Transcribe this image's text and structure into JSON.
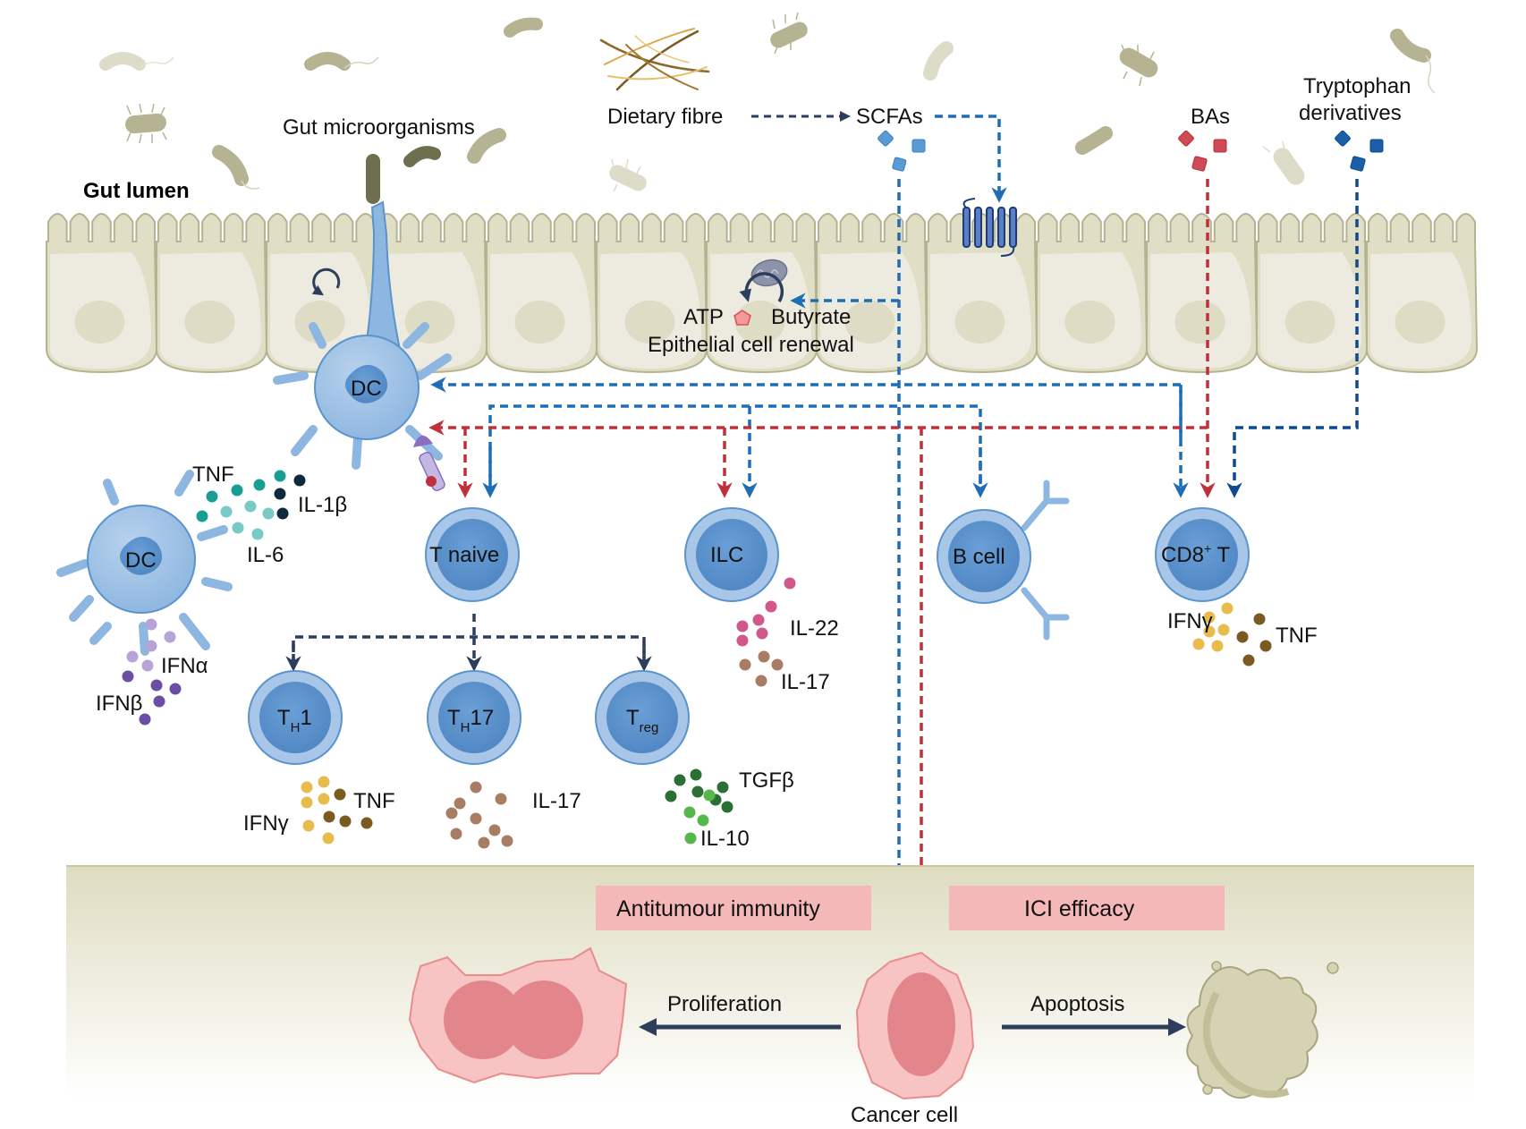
{
  "figure": {
    "regions": {
      "lumen_label": "Gut lumen",
      "microorganisms_label": "Gut microorganisms"
    },
    "metabolites": {
      "fibre_label": "Dietary fibre",
      "scfa_label": "SCFAs",
      "ba_label": "BAs",
      "tryptophan_label_line1": "Tryptophan",
      "tryptophan_label_line2": "derivatives"
    },
    "epithelium": {
      "atp_label": "ATP",
      "butyrate_label": "Butyrate",
      "renewal_label": "Epithelial cell renewal"
    },
    "cells": {
      "dc_top": "DC",
      "dc_left": "DC",
      "t_naive": "T naive",
      "ilc": "ILC",
      "b_cell": "B cell",
      "cd8_main": "CD8",
      "cd8_sup": "+",
      "cd8_tail": " T",
      "th1_main": "T",
      "th1_sub": "H",
      "th1_tail": "1",
      "th17_main": "T",
      "th17_sub": "H",
      "th17_tail": "17",
      "treg_main": "T",
      "treg_sub": "reg"
    },
    "cytokines": {
      "dc_tnf": "TNF",
      "dc_il1b": "IL-1β",
      "dc_il6": "IL-6",
      "dc_ifna": "IFNα",
      "dc_ifnb": "IFNβ",
      "th1_ifng": "IFNγ",
      "th1_tnf": "TNF",
      "th17_il17": "IL-17",
      "treg_tgfb": "TGFβ",
      "treg_il10": "IL-10",
      "ilc_il22": "IL-22",
      "ilc_il17": "IL-17",
      "cd8_ifng": "IFNγ",
      "cd8_tnf": "TNF"
    },
    "outcomes": {
      "antitumour_label": "Antitumour immunity",
      "ici_label": "ICI efficacy",
      "proliferation_label": "Proliferation",
      "apoptosis_label": "Apoptosis",
      "cancer_cell_label": "Cancer cell"
    },
    "colors": {
      "scfa_blue": "#1f6db5",
      "ba_red": "#c0303c",
      "tryptophan_navy": "#0d4a8f",
      "differentiation_navy": "#2c3e5c",
      "label_box": "#f5b8b8",
      "epithelium": "#e0dfc6",
      "immune_cell": "#5b93cc"
    }
  }
}
